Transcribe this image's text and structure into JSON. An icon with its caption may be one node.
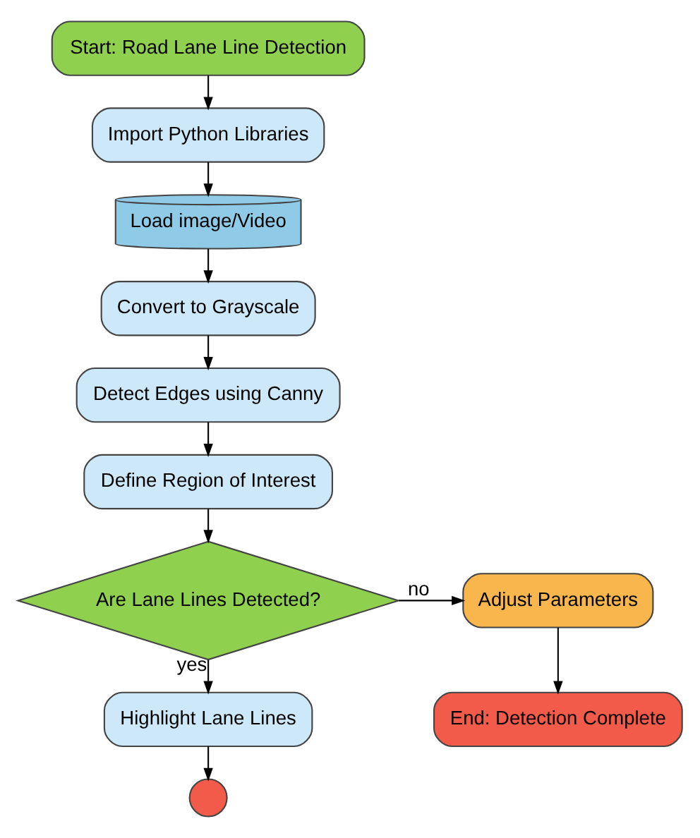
{
  "diagram": {
    "nodes": [
      {
        "text": [
          "Start: Road Lane Line Detection"
        ]
      },
      {
        "text": [
          "Import Python Libraries"
        ]
      },
      {
        "text": [
          "Load image/Video"
        ]
      },
      {
        "text": [
          "Convert to Grayscale"
        ]
      },
      {
        "text": [
          "Detect Edges using Canny"
        ]
      },
      {
        "text": [
          "Define Region of Interest"
        ]
      },
      {
        "text": [
          "Are Lane Lines Detected?"
        ]
      },
      {
        "text": [
          "Adjust Parameters"
        ]
      },
      {
        "text": [
          "Highlight Lane Lines"
        ]
      },
      {
        "text": [],
        "shape": "circle"
      },
      {
        "text": [
          "End: Detection Complete"
        ]
      }
    ],
    "edges": [
      {
        "from": 0,
        "to": 1,
        "arrow": "to"
      },
      {
        "from": 1,
        "to": 2,
        "arrow": "to"
      },
      {
        "from": 2,
        "to": 3,
        "arrow": "to"
      },
      {
        "from": 3,
        "to": 4,
        "arrow": "to"
      },
      {
        "from": 4,
        "to": 5,
        "arrow": "to"
      },
      {
        "from": 5,
        "to": 6,
        "arrow": "to"
      },
      {
        "from": 6,
        "to": 7,
        "label": "no",
        "arrow": "to"
      },
      {
        "from": 6,
        "to": 8,
        "label": "yes",
        "arrow": "to"
      },
      {
        "from": 8,
        "to": 9,
        "arrow": "to"
      },
      {
        "from": 7,
        "to": 10,
        "arrow": "to"
      }
    ]
  }
}
